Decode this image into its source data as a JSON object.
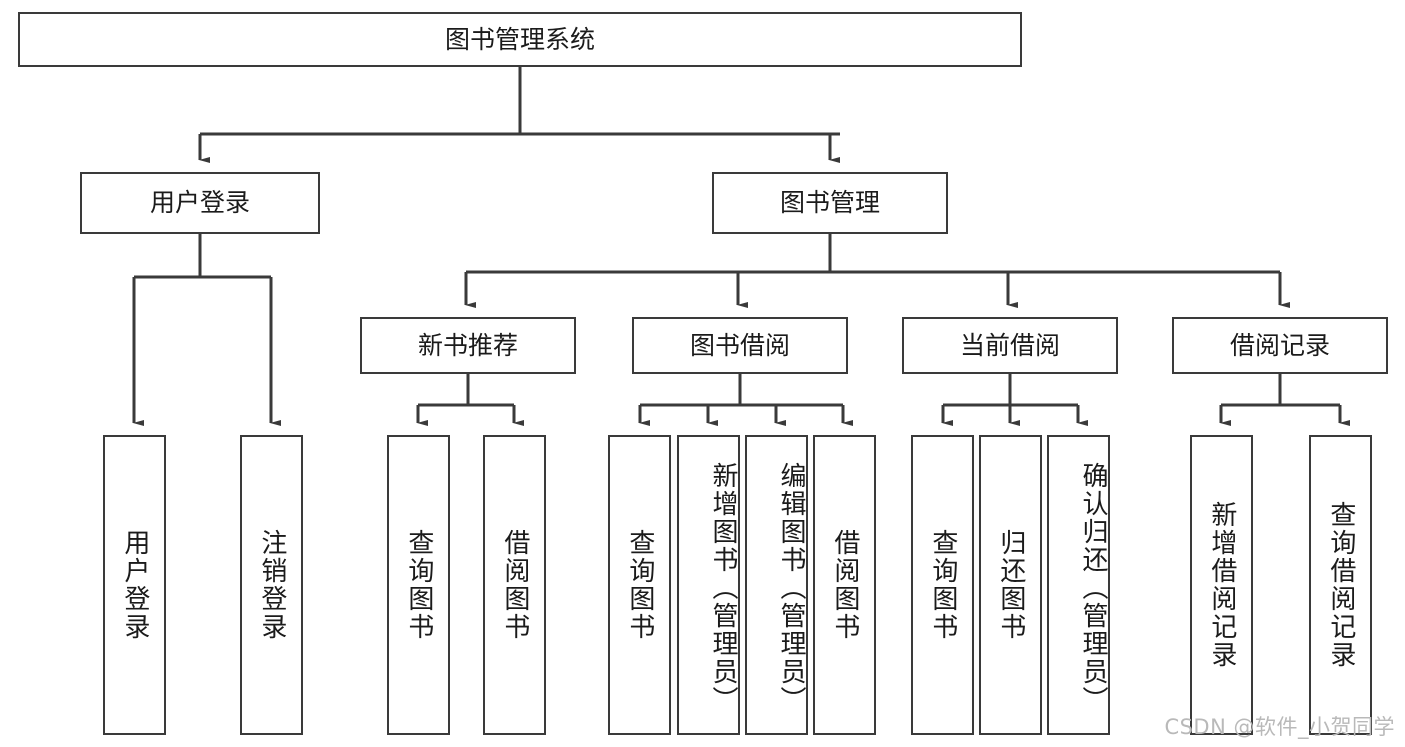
{
  "diagram": {
    "title": "图书管理系统",
    "type": "hierarchy-tree",
    "root": {
      "id": "root",
      "label": "图书管理系统"
    },
    "level2": [
      {
        "id": "user-login",
        "label": "用户登录"
      },
      {
        "id": "book-management",
        "label": "图书管理"
      }
    ],
    "level3": [
      {
        "id": "new-book-recommend",
        "label": "新书推荐",
        "parent": "book-management"
      },
      {
        "id": "book-borrow",
        "label": "图书借阅",
        "parent": "book-management"
      },
      {
        "id": "current-borrow",
        "label": "当前借阅",
        "parent": "book-management"
      },
      {
        "id": "borrow-record",
        "label": "借阅记录",
        "parent": "book-management"
      }
    ],
    "leaves": [
      {
        "id": "leaf-user-login",
        "label": "用户登录",
        "parent": "user-login"
      },
      {
        "id": "leaf-logout-login",
        "label": "注销登录",
        "parent": "user-login"
      },
      {
        "id": "leaf-query-book-1",
        "label": "查询图书",
        "parent": "new-book-recommend"
      },
      {
        "id": "leaf-borrow-book-1",
        "label": "借阅图书",
        "parent": "new-book-recommend"
      },
      {
        "id": "leaf-query-book-2",
        "label": "查询图书",
        "parent": "book-borrow"
      },
      {
        "id": "leaf-add-book",
        "label": "新增图书（管理员）",
        "parent": "book-borrow"
      },
      {
        "id": "leaf-edit-book",
        "label": "编辑图书（管理员）",
        "parent": "book-borrow"
      },
      {
        "id": "leaf-borrow-book-2",
        "label": "借阅图书",
        "parent": "book-borrow"
      },
      {
        "id": "leaf-query-book-3",
        "label": "查询图书",
        "parent": "current-borrow"
      },
      {
        "id": "leaf-return-book",
        "label": "归还图书",
        "parent": "current-borrow"
      },
      {
        "id": "leaf-confirm-return",
        "label": "确认归还（管理员）",
        "parent": "current-borrow"
      },
      {
        "id": "leaf-add-record",
        "label": "新增借阅记录",
        "parent": "borrow-record"
      },
      {
        "id": "leaf-query-record",
        "label": "查询借阅记录",
        "parent": "borrow-record"
      }
    ]
  },
  "watermark": {
    "text": "CSDN @软件_小贺同学"
  },
  "colors": {
    "stroke": "#3a3a3a",
    "background": "#ffffff",
    "text": "#1b1b1b",
    "watermark": "#b9b9b9"
  }
}
